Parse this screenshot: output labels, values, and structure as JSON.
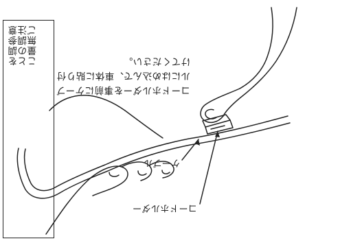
{
  "instruction": {
    "lines": [
      "コードホルダーを事前にケーブ",
      "ルにはめ込んで、車体に貼り付",
      "けてください。"
    ]
  },
  "labels": {
    "cable": "ケーブル",
    "cord_holder": "コードホルダー"
  },
  "side_box": {
    "lines": [
      "ことを",
      "量の調",
      "無調参",
      "ご注意"
    ]
  },
  "orientation": "rotated-180"
}
